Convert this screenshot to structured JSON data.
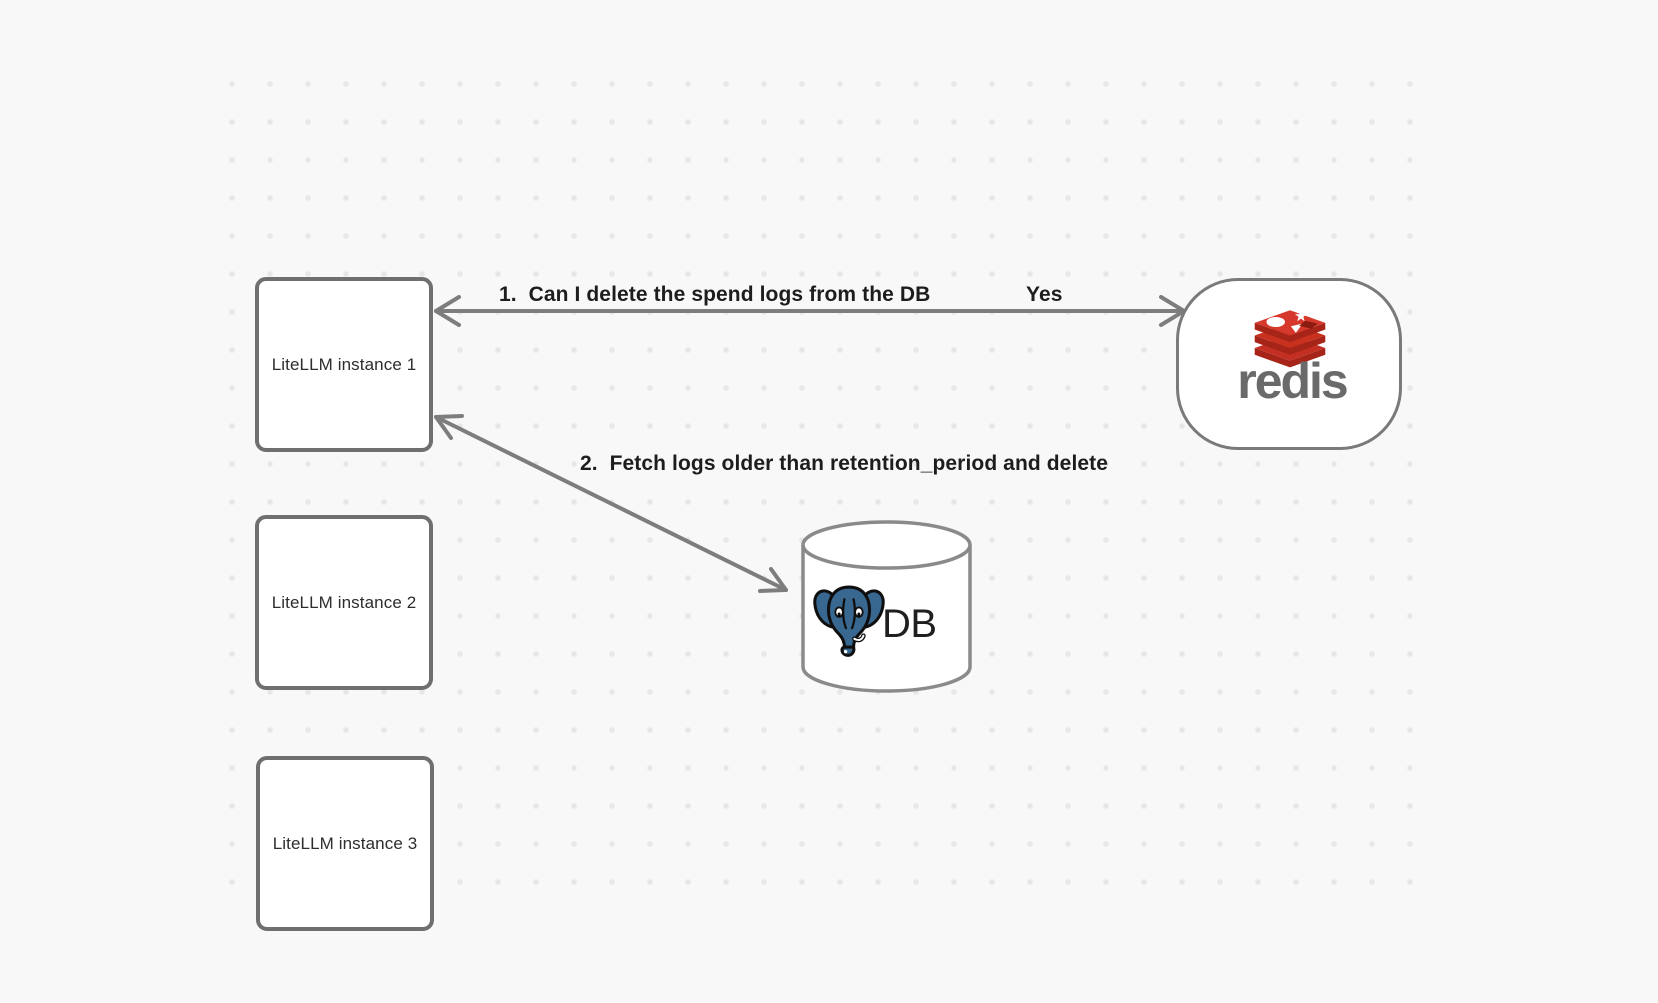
{
  "canvas": {
    "background": "#f8f8f8",
    "dot_color": "#e7e7e7"
  },
  "nodes": {
    "instance1": {
      "label": "LiteLLM instance 1"
    },
    "instance2": {
      "label": "LiteLLM instance 2"
    },
    "instance3": {
      "label": "LiteLLM instance 3"
    },
    "redis": {
      "label": "redis"
    },
    "db": {
      "label": "DB"
    }
  },
  "arrows": {
    "arrow1": {
      "label": "1.  Can I delete the spend logs from the DB",
      "response": "Yes",
      "from": "redis",
      "to": "instance1"
    },
    "arrow2": {
      "label": "2.  Fetch logs older than retention_period and delete",
      "from": "instance1",
      "to": "db"
    }
  },
  "colors": {
    "arrow": "#7d7d7d",
    "box_border": "#6f6f6f",
    "text_dark": "#1d1d1d",
    "redis_red": "#d6382b",
    "redis_red_dark": "#a62418",
    "redis_gray": "#6a6a6a",
    "postgres_blue": "#38678f"
  }
}
